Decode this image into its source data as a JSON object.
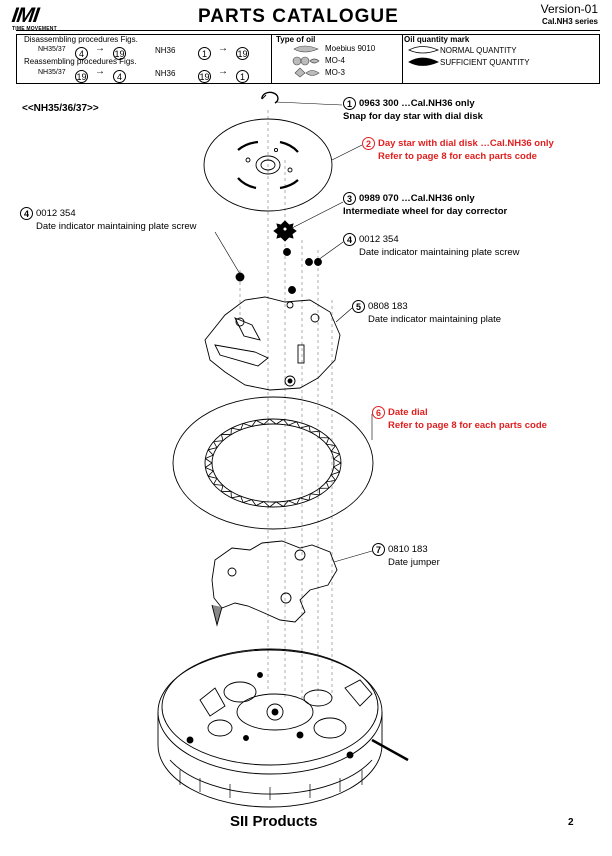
{
  "header": {
    "logo_text": "IMI",
    "logo_sub": "TIME MOVEMENT",
    "title": "PARTS CATALOGUE",
    "version": "Version-01",
    "series": "Cal.NH3 series"
  },
  "procedures": {
    "disassembling_label": "Disassembling procedures Figs.",
    "reassembling_label": "Reassembling procedures Figs.",
    "dis_a_cal": "NH35/37",
    "dis_a_from": "4",
    "dis_a_to": "19",
    "dis_b_cal": "NH36",
    "dis_b_from": "1",
    "dis_b_to": "19",
    "re_a_cal": "NH35/37",
    "re_a_from": "19",
    "re_a_to": "4",
    "re_b_cal": "NH36",
    "re_b_from": "19",
    "re_b_to": "1",
    "arrow": "→"
  },
  "oil_type": {
    "heading": "Type of oil",
    "items": [
      "Moebius 9010",
      "MO-4",
      "MO-3"
    ]
  },
  "oil_quantity": {
    "heading": "Oil quantity mark",
    "items": [
      "NORMAL QUANTITY",
      "SUFFICIENT QUANTITY"
    ]
  },
  "section_title": "<<NH35/36/37>>",
  "parts": [
    {
      "num": "1",
      "line1": "0963 300 …Cal.NH36 only",
      "line2": "Snap for day star with dial disk",
      "color": "#000000"
    },
    {
      "num": "2",
      "line1": "Day star with dial disk …Cal.NH36 only",
      "line2": "Refer to page 8 for each parts code",
      "color": "#e02020"
    },
    {
      "num": "3",
      "line1": "0989 070 …Cal.NH36 only",
      "line2": "Intermediate wheel for day corrector",
      "color": "#000000"
    },
    {
      "num": "4",
      "line1": "0012 354",
      "line2": "Date indicator maintaining plate screw",
      "color": "#000000"
    },
    {
      "num": "4",
      "line1": "0012 354",
      "line2": "Date indicator maintaining plate screw",
      "color": "#000000"
    },
    {
      "num": "5",
      "line1": "0808 183",
      "line2": "Date indicator maintaining plate",
      "color": "#000000"
    },
    {
      "num": "6",
      "line1": "Date dial",
      "line2": "Refer to page 8 for each parts code",
      "color": "#e02020"
    },
    {
      "num": "7",
      "line1": "0810 183",
      "line2": "Date jumper",
      "color": "#000000"
    }
  ],
  "footer": {
    "brand": "SII Products",
    "page": "2"
  }
}
